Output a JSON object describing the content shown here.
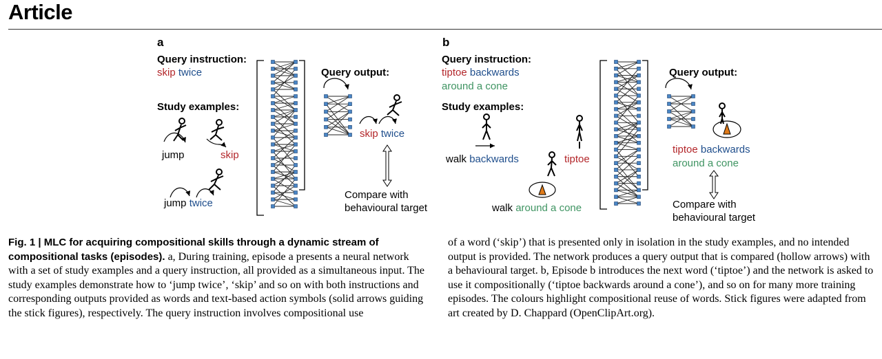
{
  "header": {
    "title": "Article"
  },
  "panel_a": {
    "letter": "a",
    "query_instruction_label": "Query instruction:",
    "query_words": [
      "skip",
      "twice"
    ],
    "study_examples_label": "Study examples:",
    "ex1": "jump",
    "ex2": "skip",
    "ex3_words": [
      "jump",
      "twice"
    ],
    "query_output_label": "Query output:",
    "output_words": [
      "skip",
      "twice"
    ],
    "compare_lines": [
      "Compare with",
      "behavioural target"
    ]
  },
  "panel_b": {
    "letter": "b",
    "query_instruction_label": "Query instruction:",
    "query_line1": [
      "tiptoe",
      "backwards"
    ],
    "query_line2": "around a cone",
    "study_examples_label": "Study examples:",
    "ex1_words": [
      "walk",
      "backwards"
    ],
    "ex2": "tiptoe",
    "ex3_words": [
      "walk",
      "around a cone"
    ],
    "query_output_label": "Query output:",
    "output_line1": [
      "tiptoe",
      "backwards"
    ],
    "output_line2": "around a cone",
    "compare_lines": [
      "Compare with",
      "behavioural target"
    ]
  },
  "caption": {
    "head": "Fig. 1 | MLC for acquiring compositional skills through a dynamic stream of compositional tasks (episodes).",
    "left_body": " a, During training, episode a presents a neural network with a set of study examples and a query instruction, all provided as a simultaneous input. The study examples demonstrate how to ‘jump twice’, ‘skip’ and so on with both instructions and corresponding outputs provided as words and text-based action symbols (solid arrows guiding the stick figures), respectively. The query instruction involves compositional use",
    "right_body": "of a word (‘skip’) that is presented only in isolation in the study examples, and no intended output is provided. The network produces a query output that is compared (hollow arrows) with a behavioural target. b, Episode b introduces the next word (‘tiptoe’) and the network is asked to use it compositionally (‘tiptoe backwards around a cone’), and so on for many more training episodes. The colours highlight compositional reuse of words. Stick figures were adapted from art created by D. Chappard (OpenClipArt.org)."
  },
  "colors": {
    "red": "#b3262a",
    "blue": "#1f4e8c",
    "green": "#3f9462",
    "node": "#4a86c5"
  }
}
